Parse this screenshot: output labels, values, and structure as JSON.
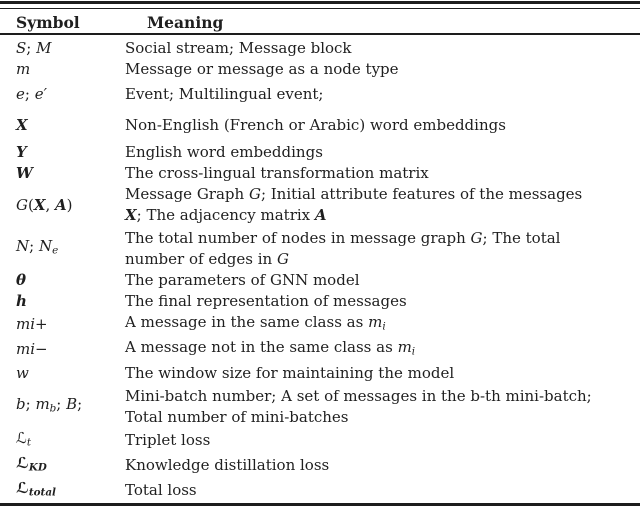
{
  "page": {
    "background_color": "#ffffff",
    "text_color": "#1f1f1f",
    "rule_color": "#1d1d1d"
  },
  "table": {
    "headers": [
      "Symbol",
      "Meaning"
    ],
    "rows": [
      {
        "symbol": [
          {
            "t": "S",
            "s": "it"
          },
          {
            "t": "; ",
            "s": "rm"
          },
          {
            "t": "M",
            "s": "it"
          }
        ],
        "meaning": [
          {
            "t": "Social stream; Message block",
            "s": "rm"
          }
        ]
      },
      {
        "symbol": [
          {
            "t": "m",
            "s": "it"
          }
        ],
        "meaning": [
          {
            "t": "Message or message as a node type",
            "s": "rm"
          }
        ]
      },
      {
        "symbol": [
          {
            "t": "e",
            "s": "it"
          },
          {
            "t": "; ",
            "s": "rm"
          },
          {
            "t": "e",
            "s": "it"
          },
          {
            "t": "′",
            "s": "it"
          }
        ],
        "meaning": [
          {
            "t": "Event; Multilingual event;",
            "s": "rm"
          }
        ]
      },
      {
        "symbol": [
          {
            "t": "X",
            "s": "bi"
          }
        ],
        "meaning": [
          {
            "t": "Non-English (French or Arabic) word embeddings",
            "s": "rm"
          }
        ]
      },
      {
        "symbol": [
          {
            "t": "Y",
            "s": "bi"
          }
        ],
        "meaning": [
          {
            "t": "English word embeddings",
            "s": "rm"
          }
        ]
      },
      {
        "symbol": [
          {
            "t": "W",
            "s": "bi"
          }
        ],
        "meaning": [
          {
            "t": "The cross-lingual transformation matrix",
            "s": "rm"
          }
        ]
      },
      {
        "symbol": [
          {
            "t": "G",
            "s": "it"
          },
          {
            "t": "(",
            "s": "rm"
          },
          {
            "t": "X",
            "s": "bi"
          },
          {
            "t": ", ",
            "s": "rm"
          },
          {
            "t": "A",
            "s": "bi"
          },
          {
            "t": ")",
            "s": "rm"
          }
        ],
        "meaning": [
          {
            "t": "Message Graph ",
            "s": "rm"
          },
          {
            "t": "G",
            "s": "it"
          },
          {
            "t": "; Initial attribute features of the messages",
            "s": "rm"
          },
          {
            "br": true
          },
          {
            "t": "X",
            "s": "bi"
          },
          {
            "t": "; The adjacency matrix ",
            "s": "rm"
          },
          {
            "t": "A",
            "s": "bi"
          }
        ]
      },
      {
        "symbol": [
          {
            "t": "N",
            "s": "it"
          },
          {
            "t": "; ",
            "s": "rm"
          },
          {
            "t": "N",
            "s": "it"
          },
          {
            "t": "e",
            "s": "sub"
          }
        ],
        "meaning": [
          {
            "t": "The total number of nodes in message graph ",
            "s": "rm"
          },
          {
            "t": "G",
            "s": "it"
          },
          {
            "t": "; The total",
            "s": "rm"
          },
          {
            "br": true
          },
          {
            "t": "number of edges in ",
            "s": "rm"
          },
          {
            "t": "G",
            "s": "it"
          }
        ]
      },
      {
        "symbol": [
          {
            "t": "θ",
            "s": "bi"
          }
        ],
        "meaning": [
          {
            "t": "The parameters of GNN model",
            "s": "rm"
          }
        ]
      },
      {
        "symbol": [
          {
            "t": "h",
            "s": "bi"
          }
        ],
        "meaning": [
          {
            "t": "The final representation of messages",
            "s": "rm"
          }
        ]
      },
      {
        "symbol": [
          {
            "t": "mi",
            "s": "it"
          },
          {
            "t": "+",
            "s": "rm"
          }
        ],
        "meaning": [
          {
            "t": "A message in the same class as ",
            "s": "rm"
          },
          {
            "t": "m",
            "s": "it"
          },
          {
            "t": "i",
            "s": "sub"
          }
        ]
      },
      {
        "symbol": [
          {
            "t": "mi",
            "s": "it"
          },
          {
            "t": "−",
            "s": "rm"
          }
        ],
        "meaning": [
          {
            "t": "A message not in the same class as ",
            "s": "rm"
          },
          {
            "t": "m",
            "s": "it"
          },
          {
            "t": "i",
            "s": "sub"
          }
        ]
      },
      {
        "symbol": [
          {
            "t": "w",
            "s": "it"
          }
        ],
        "meaning": [
          {
            "t": "The window size for maintaining the model",
            "s": "rm"
          }
        ]
      },
      {
        "symbol": [
          {
            "t": "b",
            "s": "it"
          },
          {
            "t": "; ",
            "s": "rm"
          },
          {
            "t": "m",
            "s": "it"
          },
          {
            "t": "b",
            "s": "sub"
          },
          {
            "t": "; ",
            "s": "rm"
          },
          {
            "t": "B",
            "s": "it"
          },
          {
            "t": ";",
            "s": "rm"
          }
        ],
        "meaning": [
          {
            "t": "Mini-batch number; A set of messages in the b-th mini-batch;",
            "s": "rm"
          },
          {
            "br": true
          },
          {
            "t": "Total number of mini-batches",
            "s": "rm"
          }
        ]
      },
      {
        "symbol": [
          {
            "t": "ℒ",
            "s": "cal"
          },
          {
            "t": "t",
            "s": "sub"
          }
        ],
        "meaning": [
          {
            "t": "Triplet loss",
            "s": "rm"
          }
        ]
      },
      {
        "symbol": [
          {
            "t": "ℒ",
            "s": "bcal"
          },
          {
            "t": "KD",
            "s": "bsub"
          }
        ],
        "meaning": [
          {
            "t": "Knowledge distillation loss",
            "s": "rm"
          }
        ]
      },
      {
        "symbol": [
          {
            "t": "ℒ",
            "s": "bcal"
          },
          {
            "t": "total",
            "s": "bsub"
          }
        ],
        "meaning": [
          {
            "t": "Total loss",
            "s": "rm"
          }
        ]
      }
    ]
  }
}
